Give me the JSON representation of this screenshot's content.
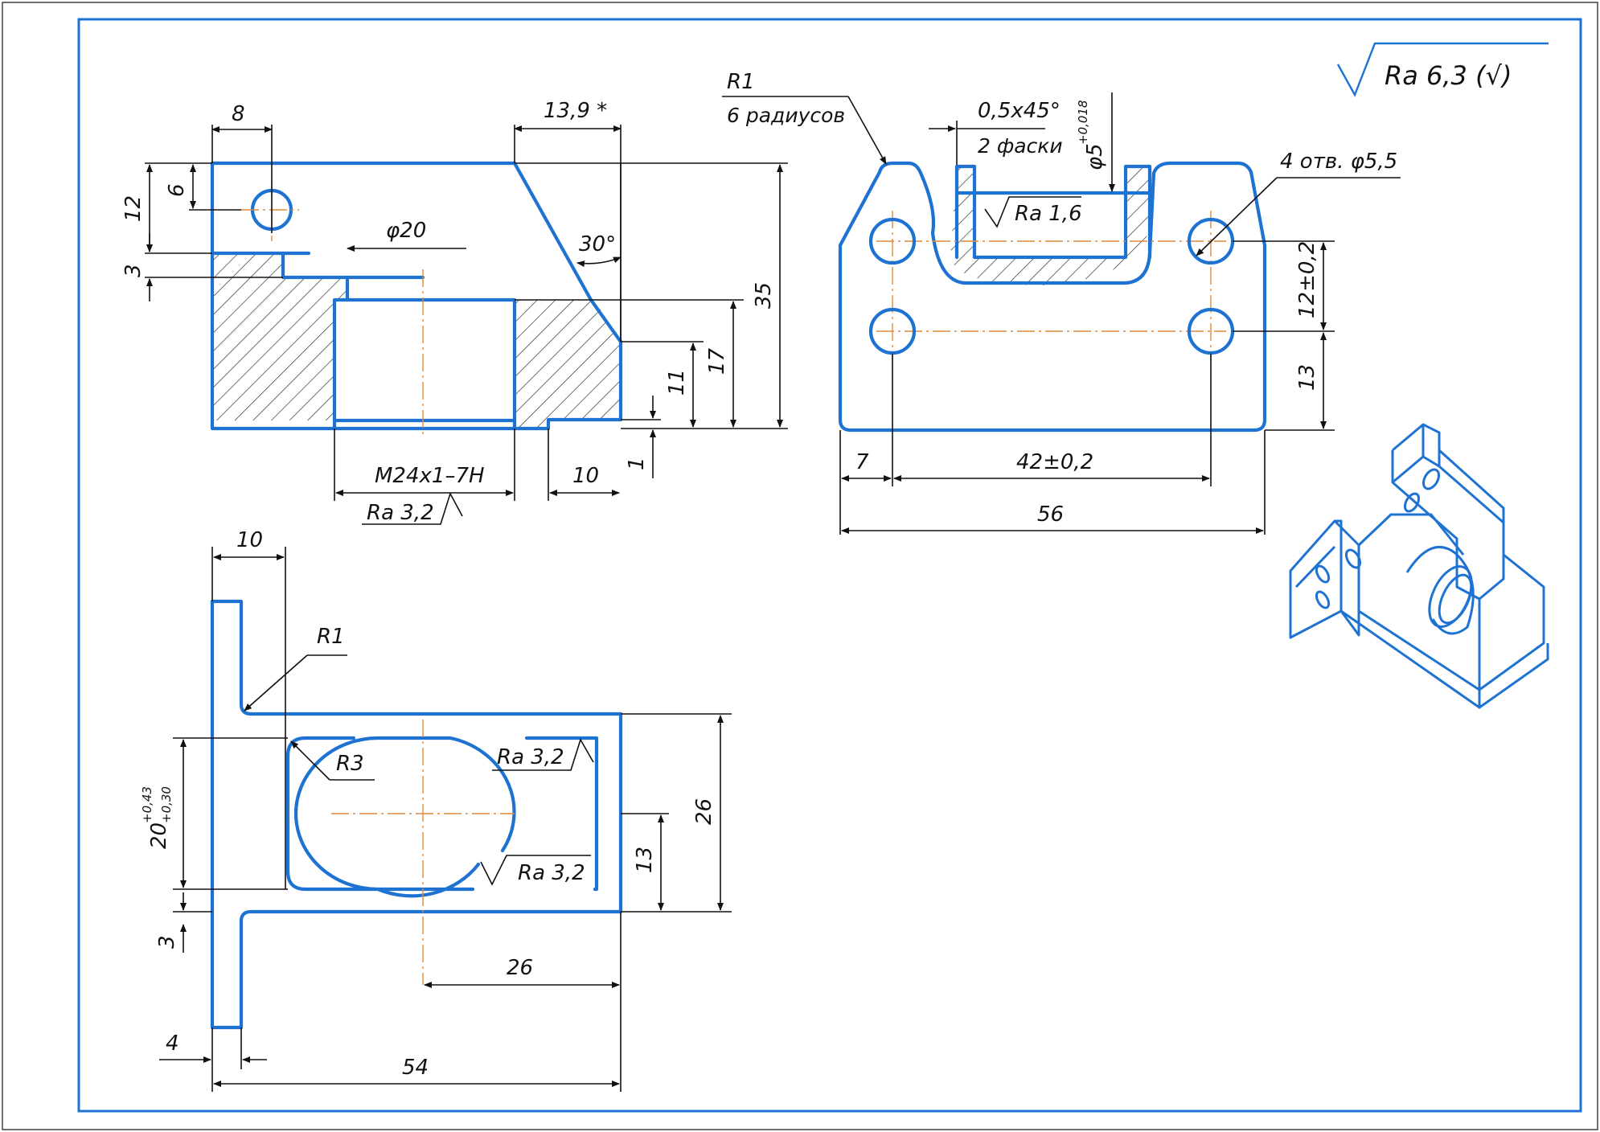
{
  "roughness": {
    "general": "Ra 6,3 (√)",
    "threads": "Ra 3,2",
    "slot": "Ra 1,6",
    "bore_right": "Ra 3,2",
    "bore_left": "Ra 3,2"
  },
  "front_view": {
    "dims": {
      "d8": "8",
      "d13_9": "13,9 *",
      "d6": "6",
      "d12": "12",
      "d3": "3",
      "phi20": "φ20",
      "a30": "30°",
      "d35": "35",
      "d17": "17",
      "d11": "11",
      "d1": "1",
      "thread": "M24x1–7H",
      "d10": "10"
    }
  },
  "side_view": {
    "dims": {
      "r1": "R1",
      "radii_note": "6 радиусов",
      "chamfer": "0,5x45°",
      "chamfer_note": "2 фаски",
      "phi5": "φ5",
      "phi5_tol_upper": "+0,018",
      "holes": "4 отв. φ5,5",
      "d12_tol": "12±0,2",
      "d13": "13",
      "d7": "7",
      "d42": "42±0,2",
      "d56": "56"
    }
  },
  "top_view": {
    "dims": {
      "d10": "10",
      "r1": "R1",
      "r3": "R3",
      "d20": "20",
      "d20_tol_upper": "+0,43",
      "d20_tol_lower": "+0,30",
      "d3": "3",
      "d13": "13",
      "d26v": "26",
      "d26h": "26",
      "d4": "4",
      "d54": "54"
    }
  },
  "colors": {
    "outline": "#1e73d2",
    "axis": "#e08a3a",
    "dimension": "#111111"
  },
  "icons": {
    "roughness": "roughness-check-symbol",
    "isometric": "isometric-bracket-view"
  }
}
